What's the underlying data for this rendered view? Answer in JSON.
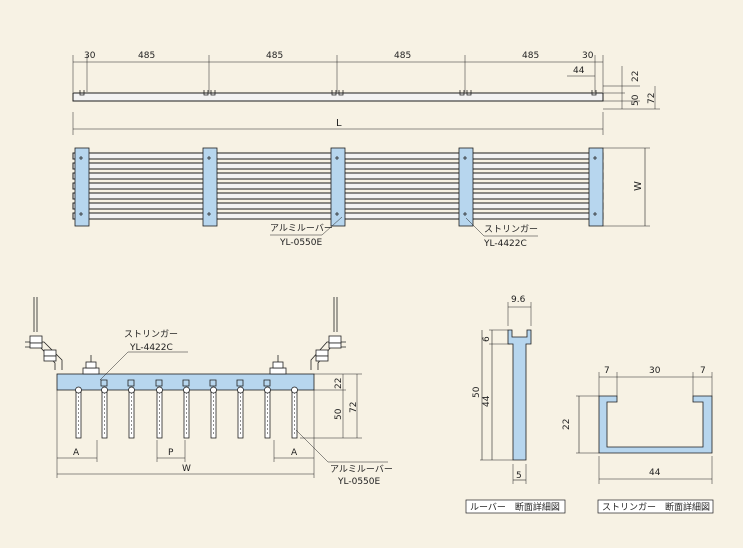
{
  "top_view": {
    "span_labels": [
      "30",
      "485",
      "485",
      "485",
      "485",
      "30"
    ],
    "detail_44": "44",
    "height_labels": [
      "22",
      "50",
      "72"
    ],
    "length_label": "L",
    "width_label": "W",
    "louver_callout": [
      "アルミルーバー",
      "YL-0550E"
    ],
    "stringer_callout": [
      "ストリンガー",
      "YL-4422C"
    ]
  },
  "section_view": {
    "stringer_callout": [
      "ストリンガー",
      "YL-4422C"
    ],
    "louver_callout": [
      "アルミルーバー",
      "YL-0550E"
    ],
    "height_labels": [
      "22",
      "50",
      "72"
    ],
    "bottom_labels": [
      "A",
      "P",
      "A",
      "W"
    ]
  },
  "louver_detail": {
    "labels": [
      "9.6",
      "6",
      "50",
      "44",
      "5"
    ],
    "caption": "ルーバー　断面詳細図"
  },
  "stringer_detail": {
    "labels": [
      "7",
      "30",
      "7",
      "22",
      "44"
    ],
    "caption": "ストリンガー　断面詳細図"
  },
  "colors": {
    "background": "#f7f2e4",
    "stringer": "#b7d6ee",
    "line": "#222222"
  }
}
